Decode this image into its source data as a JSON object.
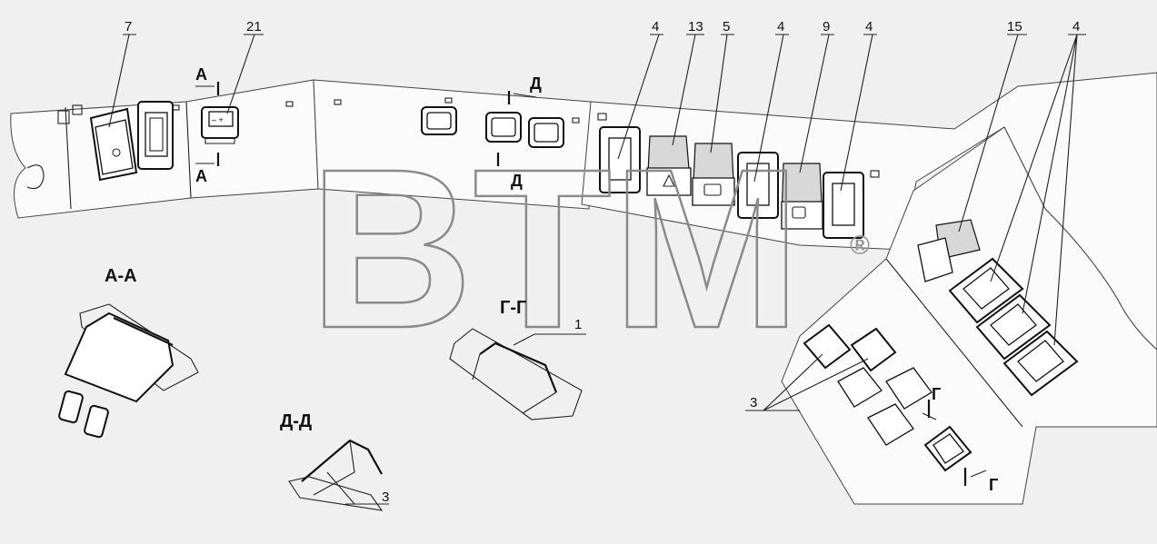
{
  "callouts": [
    {
      "id": "c7",
      "text": "7"
    },
    {
      "id": "c21",
      "text": "21"
    },
    {
      "id": "c4a",
      "text": "4"
    },
    {
      "id": "c13",
      "text": "13"
    },
    {
      "id": "c5",
      "text": "5"
    },
    {
      "id": "c4b",
      "text": "4"
    },
    {
      "id": "c9",
      "text": "9"
    },
    {
      "id": "c4c",
      "text": "4"
    },
    {
      "id": "c15",
      "text": "15"
    },
    {
      "id": "c4d",
      "text": "4"
    },
    {
      "id": "c1",
      "text": "1"
    },
    {
      "id": "c3a",
      "text": "3"
    },
    {
      "id": "c3b",
      "text": "3"
    }
  ],
  "section_markers": {
    "a_top": "А",
    "a_bottom": "А",
    "d_top": "Д",
    "d_bottom": "Д",
    "g_top": "Г",
    "g_bottom": "Г"
  },
  "section_titles": {
    "aa": "А-А",
    "gg": "Г-Г",
    "dd": "Д-Д"
  },
  "watermark": {
    "text": "BTM",
    "registered": "®"
  }
}
